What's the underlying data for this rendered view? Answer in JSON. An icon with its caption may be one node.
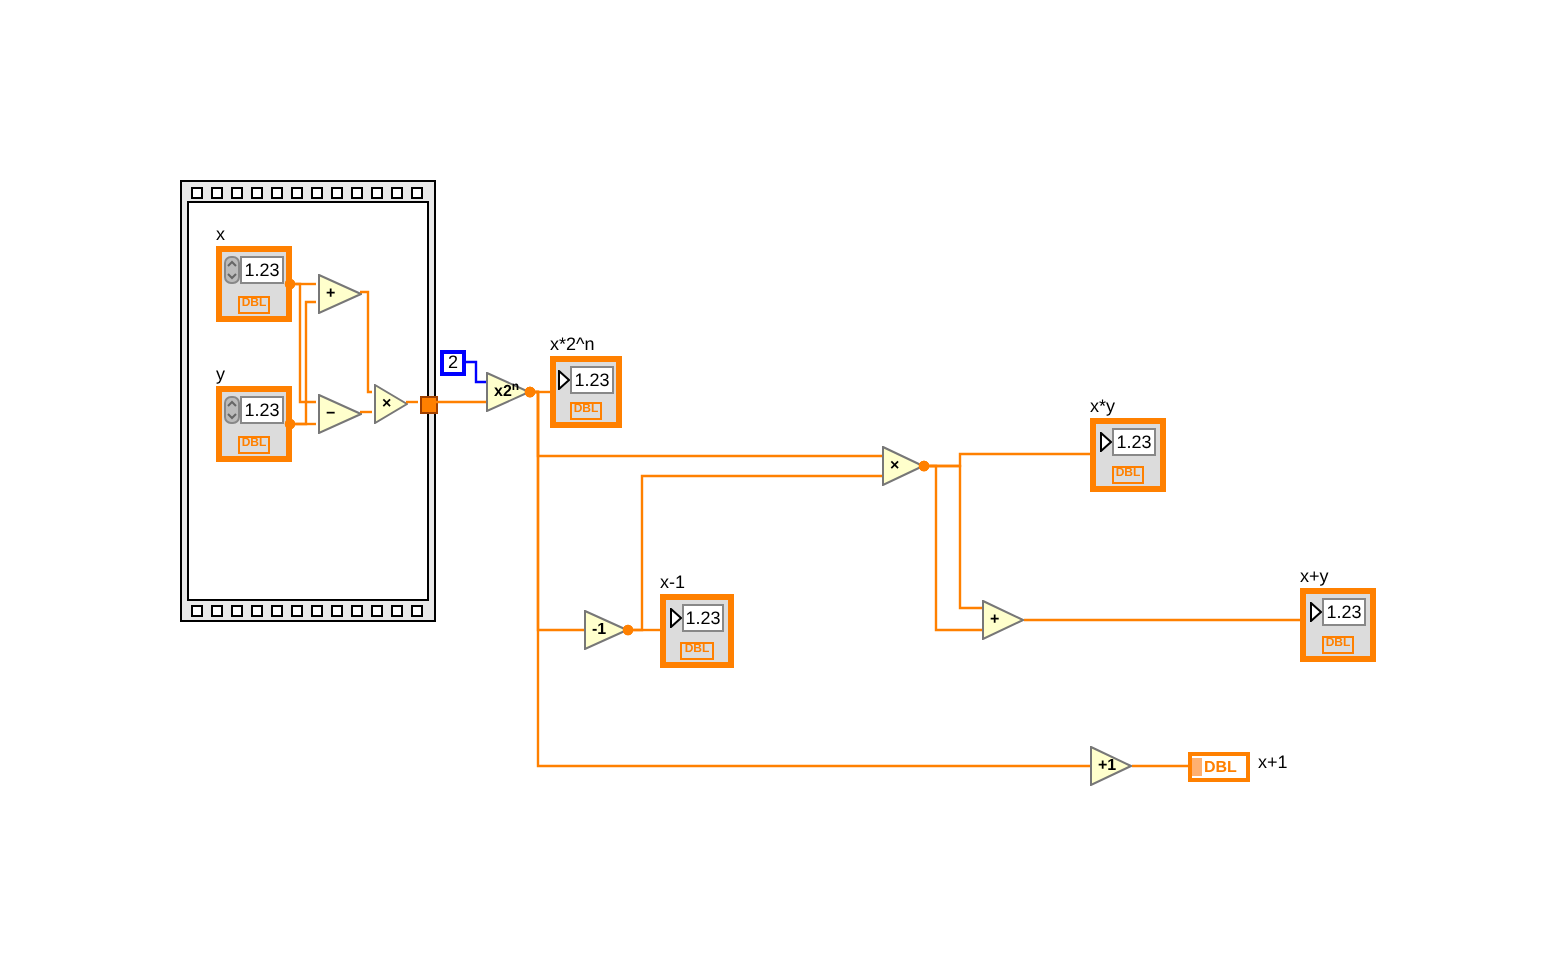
{
  "diagram": {
    "nodes": [
      {
        "text": [],
        "shape": "box"
      },
      {
        "text": [
          "x",
          "1.23",
          "DBL"
        ],
        "in": 0
      },
      {
        "text": [
          "y",
          "1.23",
          "DBL"
        ],
        "in": 0
      },
      {
        "text": [
          "+"
        ],
        "in": 0
      },
      {
        "text": [
          "−"
        ],
        "in": 0
      },
      {
        "text": [
          "×"
        ],
        "in": 0
      },
      {
        "text": [],
        "shape": "box",
        "in": 0
      },
      {
        "text": [
          "2"
        ]
      },
      {
        "text": [
          "x2$^{n}$"
        ]
      },
      {
        "text": [
          "x*2^n",
          "1.23",
          "DBL"
        ]
      },
      {
        "text": [
          "×"
        ]
      },
      {
        "text": [
          "-1"
        ]
      },
      {
        "text": [
          "x-1",
          "1.23",
          "DBL"
        ]
      },
      {
        "text": [
          "x*y",
          "1.23",
          "DBL"
        ]
      },
      {
        "text": [
          "+"
        ]
      },
      {
        "text": [
          "x+y",
          "1.23",
          "DBL"
        ]
      },
      {
        "text": [
          "+1"
        ]
      },
      {
        "text": [
          "DBL"
        ],
        "beside": [
          "x+1"
        ]
      }
    ],
    "edges": [
      {
        "from": 1,
        "to": 3,
        "arrow": "other"
      },
      {
        "from": 1,
        "to": 4,
        "arrow": "other"
      },
      {
        "from": 2,
        "to": 3,
        "arrow": "other"
      },
      {
        "from": 2,
        "to": 4,
        "arrow": "other"
      },
      {
        "from": 3,
        "to": 5,
        "arrow": "none"
      },
      {
        "from": 4,
        "to": 5,
        "arrow": "none"
      },
      {
        "from": 5,
        "to": 6,
        "arrow": "none"
      },
      {
        "from": 6,
        "to": 8,
        "arrow": "none"
      },
      {
        "from": 7,
        "to": 8,
        "arrow": "none",
        "color": "#0000ff"
      },
      {
        "from": 8,
        "to": 9,
        "arrow": "other"
      },
      {
        "from": 8,
        "to": 10,
        "arrow": "other"
      },
      {
        "from": 8,
        "to": 11,
        "arrow": "other"
      },
      {
        "from": 8,
        "to": 16,
        "arrow": "other"
      },
      {
        "from": 11,
        "to": 12,
        "arrow": "other"
      },
      {
        "from": 11,
        "to": 10,
        "arrow": "other"
      },
      {
        "from": 10,
        "to": 13,
        "arrow": "other"
      },
      {
        "from": 10,
        "to": 14,
        "arrow": "other"
      },
      {
        "from": 10,
        "to": 14,
        "arrow": "other"
      },
      {
        "from": 14,
        "to": 15,
        "arrow": "none"
      },
      {
        "from": 16,
        "to": 17,
        "arrow": "none"
      }
    ]
  }
}
